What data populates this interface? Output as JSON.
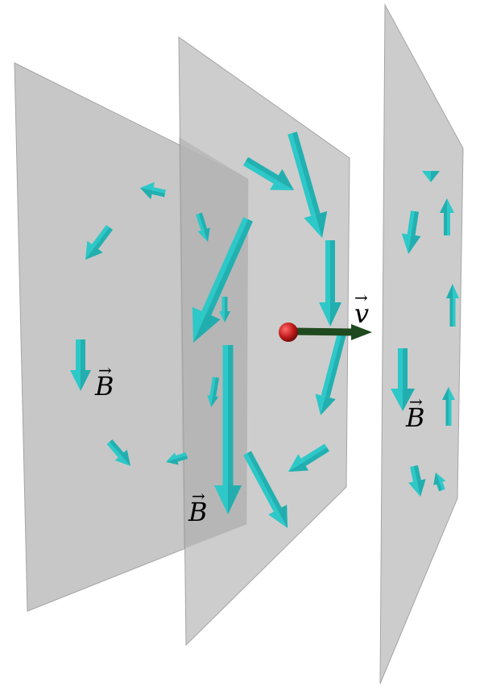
{
  "colors": {
    "plane": "#c2c2c2",
    "plane_edge": "#a8a8a8",
    "field_arrow": "#2ec8c8",
    "field_arrow_dark": "#1a9c9c",
    "charge": "#b01818",
    "velocity": "#1f4a1f"
  },
  "labels": {
    "velocity": "v",
    "field_left": "B",
    "field_middle": "B",
    "field_right": "B",
    "vector_mark": "→"
  }
}
